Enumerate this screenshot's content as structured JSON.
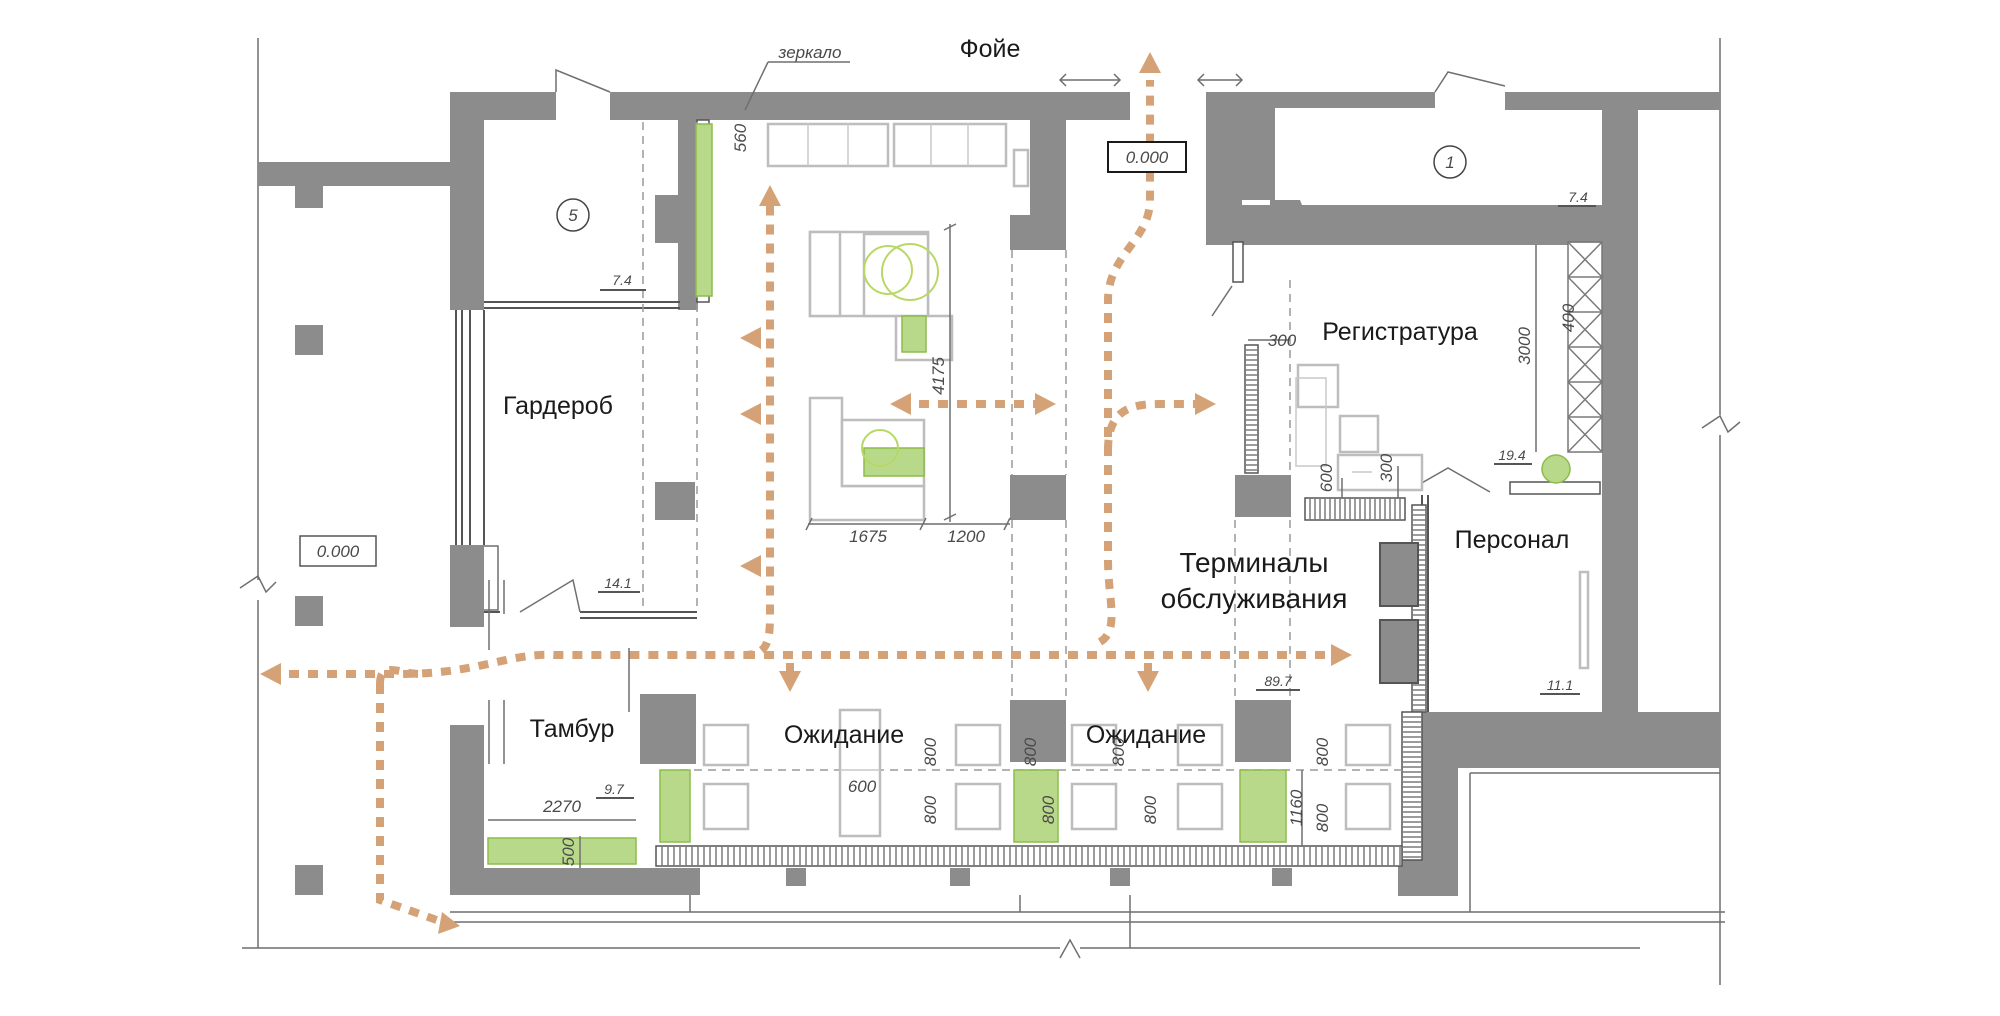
{
  "rooms": {
    "foyer": "Фойе",
    "mirror_note": "зеркало",
    "registry": "Регистратура",
    "wardrobe": "Гардероб",
    "staff": "Персонал",
    "terminals_line1": "Терминалы",
    "terminals_line2": "обслуживания",
    "vestibule": "Тамбур",
    "waiting_1": "Ожидание",
    "waiting_2": "Ожидание"
  },
  "level_marks": {
    "entrance": "0.000",
    "left_corridor": "0.000"
  },
  "room_numbers": {
    "room_5": "5",
    "room_1": "1"
  },
  "areas": {
    "room_5": "7.4",
    "room_1": "7.4",
    "wardrobe": "14.1",
    "registry": "19.4",
    "staff": "11.1",
    "vestibule": "9.7",
    "terminals": "89.7"
  },
  "dimensions": {
    "mirror_depth": "560",
    "sofa_group_height": "4175",
    "sofa_width": "1675",
    "table_width": "1200",
    "desk_300_top": "300",
    "registry_depth": "3000",
    "shelf_400": "400",
    "counter_600": "600",
    "counter_300": "300",
    "table_600": "600",
    "chair_800_a": "800",
    "chair_800_b": "800",
    "chair_800_c": "800",
    "chair_800_d": "800",
    "chair_800_e": "800",
    "chair_800_f": "800",
    "chair_800_g": "800",
    "chair_800_h": "800",
    "bench_1160": "1160",
    "planter_2270": "2270",
    "planter_500": "500"
  }
}
